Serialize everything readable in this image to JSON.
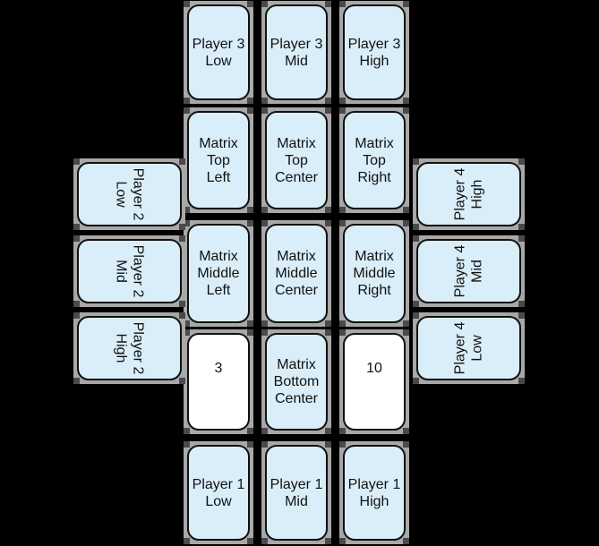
{
  "colors": {
    "background": "#000000",
    "slot_frame": "#a8a8a8",
    "slot_corner": "#4a4a4a",
    "card_face": "#d9eef9",
    "card_played_face": "#ffffff",
    "card_border": "#111111",
    "card_text": "#111111"
  },
  "board": {
    "player3_hand": {
      "cards": [
        {
          "label": "Player 3\nLow"
        },
        {
          "label": "Player 3\nMid"
        },
        {
          "label": "Player 3\nHigh"
        }
      ]
    },
    "matrix_top_row": {
      "cells": [
        {
          "label": "Matrix\nTop\nLeft"
        },
        {
          "label": "Matrix\nTop\nCenter"
        },
        {
          "label": "Matrix\nTop\nRight"
        }
      ]
    },
    "matrix_middle_row": {
      "cells": [
        {
          "label": "Matrix\nMiddle\nLeft"
        },
        {
          "label": "Matrix\nMiddle\nCenter"
        },
        {
          "label": "Matrix\nMiddle\nRight"
        }
      ]
    },
    "matrix_bottom_row": {
      "played_left": {
        "value": "3"
      },
      "center_cell": {
        "label": "Matrix\nBottom\nCenter"
      },
      "played_right": {
        "value": "10"
      }
    },
    "player1_hand": {
      "cards": [
        {
          "label": "Player 1\nLow"
        },
        {
          "label": "Player 1\nMid"
        },
        {
          "label": "Player 1\nHigh"
        }
      ]
    },
    "player2_hand": {
      "cards": [
        {
          "label": "Player 2\nLow"
        },
        {
          "label": "Player 2\nMid"
        },
        {
          "label": "Player 2\nHigh"
        }
      ]
    },
    "player4_hand": {
      "cards": [
        {
          "label": "Player 4\nHigh"
        },
        {
          "label": "Player 4\nMid"
        },
        {
          "label": "Player 4\nLow"
        }
      ]
    }
  }
}
